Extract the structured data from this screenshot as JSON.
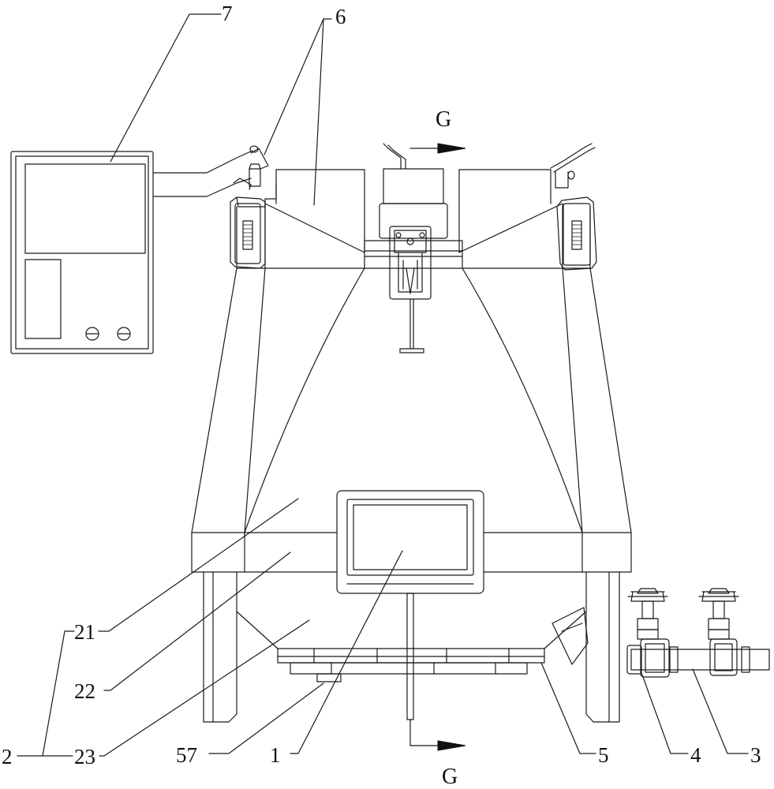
{
  "labels": {
    "l1": "1",
    "l2": "2",
    "l21": "21",
    "l22": "22",
    "l23": "23",
    "l3": "3",
    "l4": "4",
    "l5": "5",
    "l57": "57",
    "l6": "6",
    "l7": "7",
    "section_top": "G",
    "section_bottom": "G"
  },
  "colors": {
    "line": "#1a1a1a",
    "background": "#ffffff"
  }
}
